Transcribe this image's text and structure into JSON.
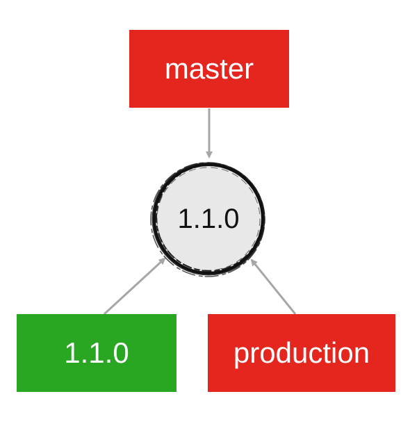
{
  "commit": {
    "label": "1.1.0",
    "fill_color": "#e8e8e8",
    "stroke_color": "#111111"
  },
  "branches": {
    "master": {
      "label": "master",
      "color": "#e5261f"
    },
    "production": {
      "label": "production",
      "color": "#e5261f"
    }
  },
  "tag": {
    "label": "1.1.0",
    "color": "#2aa722"
  },
  "edge_color": "#a6a6a6"
}
